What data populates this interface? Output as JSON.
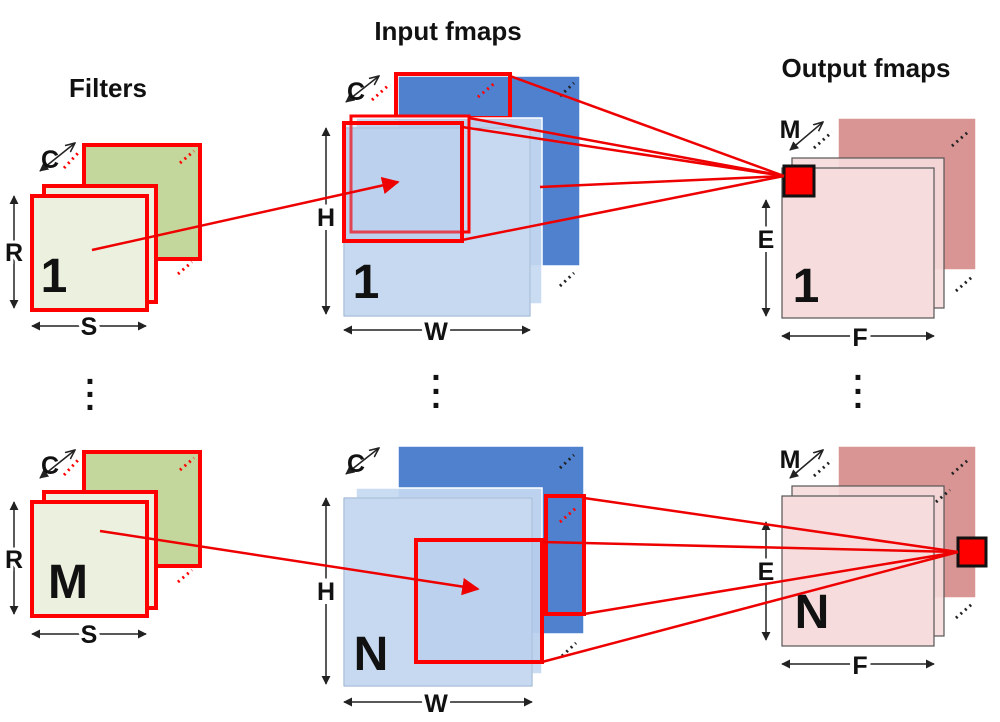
{
  "headings": {
    "filters": "Filters",
    "input": "Input fmaps",
    "output": "Output fmaps"
  },
  "labels": {
    "channels": "C",
    "filter_height": "R",
    "filter_width": "S",
    "input_height": "H",
    "input_width": "W",
    "output_channels": "M",
    "output_height": "E",
    "output_width": "F"
  },
  "indices": {
    "first_filter": "1",
    "last_filter": "M",
    "first_input": "1",
    "last_input": "N",
    "first_output": "1",
    "last_output": "N"
  },
  "colors": {
    "filter_back": "#c3d69b",
    "filter_front": "#ebf1de",
    "input_back": "#4f81cf",
    "input_front": "#c6d9f1",
    "output_back": "#d99594",
    "output_front": "#f6dcdc",
    "highlight": "#ff0000"
  }
}
